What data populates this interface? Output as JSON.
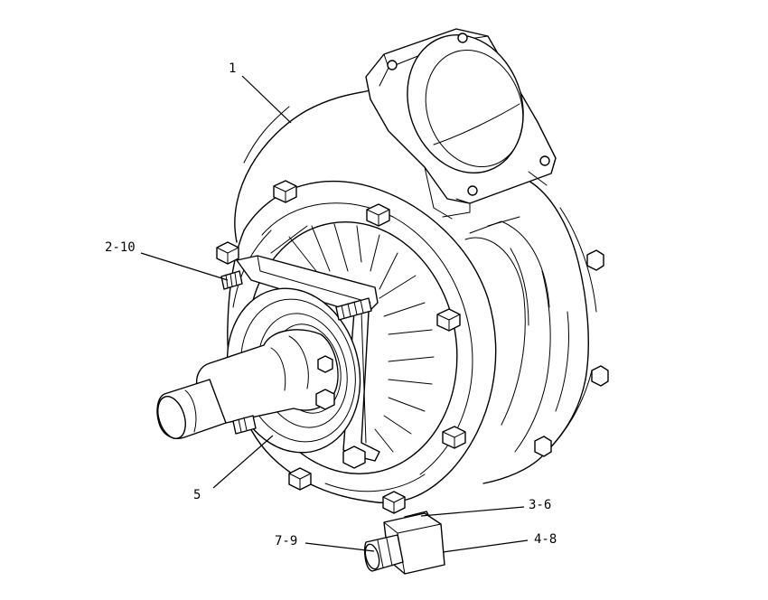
{
  "callouts": [
    {
      "id": "c1",
      "text": "1"
    },
    {
      "id": "c2",
      "text": "2-10"
    },
    {
      "id": "c3",
      "text": "5"
    },
    {
      "id": "c4",
      "text": "3-6"
    },
    {
      "id": "c5",
      "text": "7-9"
    },
    {
      "id": "c6",
      "text": "4-8"
    }
  ]
}
